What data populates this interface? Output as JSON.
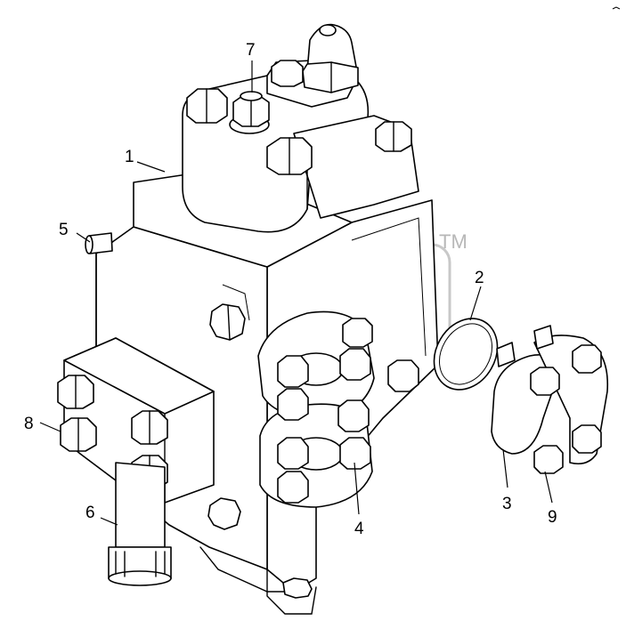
{
  "diagram": {
    "callouts": [
      {
        "id": "c1",
        "label": "1"
      },
      {
        "id": "c2",
        "label": "2"
      },
      {
        "id": "c3",
        "label": "3"
      },
      {
        "id": "c4",
        "label": "4"
      },
      {
        "id": "c5",
        "label": "5"
      },
      {
        "id": "c6",
        "label": "6"
      },
      {
        "id": "c7",
        "label": "7"
      },
      {
        "id": "c8",
        "label": "8"
      },
      {
        "id": "c9",
        "label": "9"
      }
    ],
    "watermark": {
      "mark": "TM"
    }
  }
}
